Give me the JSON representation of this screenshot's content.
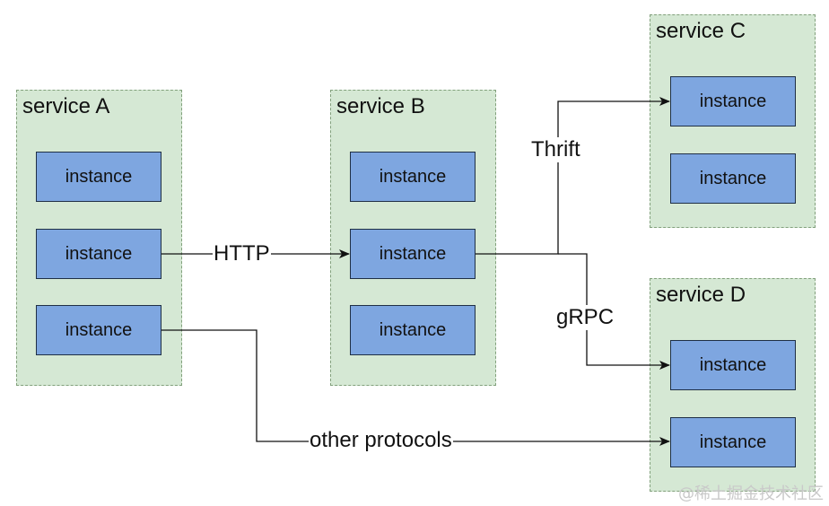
{
  "services": {
    "a": {
      "label": "service A",
      "instances": [
        "instance",
        "instance",
        "instance"
      ]
    },
    "b": {
      "label": "service B",
      "instances": [
        "instance",
        "instance",
        "instance"
      ]
    },
    "c": {
      "label": "service C",
      "instances": [
        "instance",
        "instance"
      ]
    },
    "d": {
      "label": "service D",
      "instances": [
        "instance",
        "instance"
      ]
    }
  },
  "edges": {
    "http": "HTTP",
    "thrift": "Thrift",
    "grpc": "gRPC",
    "other": "other protocols"
  },
  "watermark": "@稀土掘金技术社区",
  "colors": {
    "service_fill": "#d5e8d4",
    "service_border": "#82a07c",
    "instance_fill": "#7ea6e0",
    "instance_border": "#1f2f45",
    "edge": "#111111"
  }
}
